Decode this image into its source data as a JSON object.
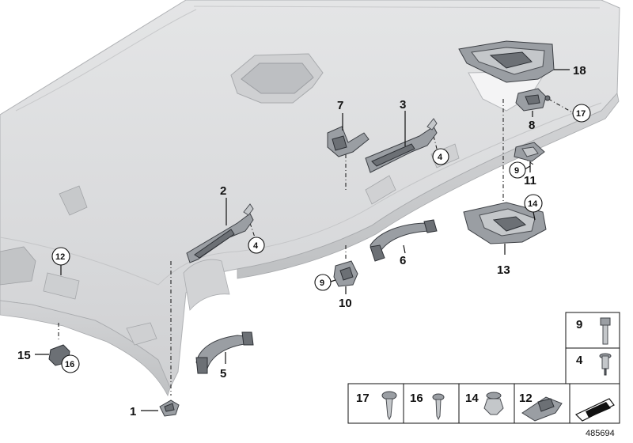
{
  "diagram": {
    "reference_id": "485694",
    "callouts": [
      {
        "id": "c1",
        "label": "1"
      },
      {
        "id": "c2",
        "label": "2"
      },
      {
        "id": "c3",
        "label": "3"
      },
      {
        "id": "c4a",
        "label": "4"
      },
      {
        "id": "c4b",
        "label": "4"
      },
      {
        "id": "c5",
        "label": "5"
      },
      {
        "id": "c6",
        "label": "6"
      },
      {
        "id": "c7",
        "label": "7"
      },
      {
        "id": "c8",
        "label": "8"
      },
      {
        "id": "c9a",
        "label": "9"
      },
      {
        "id": "c9b",
        "label": "9"
      },
      {
        "id": "c10",
        "label": "10"
      },
      {
        "id": "c11",
        "label": "11"
      },
      {
        "id": "c12",
        "label": "12"
      },
      {
        "id": "c13",
        "label": "13"
      },
      {
        "id": "c14",
        "label": "14"
      },
      {
        "id": "c15",
        "label": "15"
      },
      {
        "id": "c16",
        "label": "16"
      },
      {
        "id": "c17",
        "label": "17"
      },
      {
        "id": "c18",
        "label": "18"
      }
    ],
    "legend_parts": {
      "p9": "9",
      "p4": "4",
      "p17": "17",
      "p16": "16",
      "p14": "14",
      "p12": "12"
    }
  }
}
